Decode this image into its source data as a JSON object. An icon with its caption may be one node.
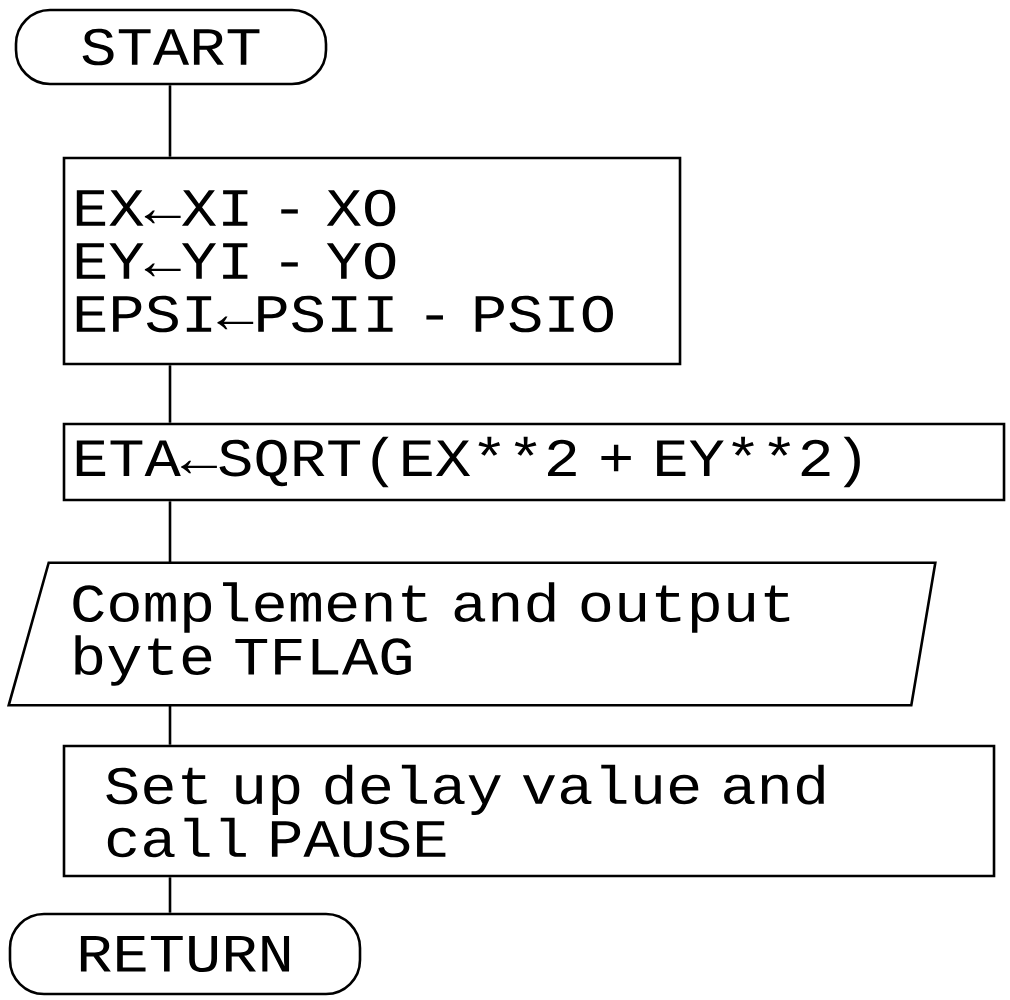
{
  "diagram": {
    "nodes": [
      {
        "text": [
          "START"
        ]
      },
      {
        "text": [
          "EX←XI - XO",
          "EY←YI - YO",
          "EPSI←PSII - PSIO"
        ]
      },
      {
        "text": [
          "ETA←SQRT(EX**2 + EY**2)"
        ]
      },
      {
        "text": [
          "Complement and output byte TFLAG"
        ]
      },
      {
        "text": [
          "Set up delay value and call PAUSE"
        ]
      },
      {
        "text": [
          "RETURN"
        ]
      }
    ],
    "edges": [
      {
        "from": 0,
        "to": 1,
        "arrow": "none"
      },
      {
        "from": 1,
        "to": 2,
        "arrow": "none"
      },
      {
        "from": 2,
        "to": 3,
        "arrow": "none"
      },
      {
        "from": 3,
        "to": 4,
        "arrow": "none"
      },
      {
        "from": 4,
        "to": 5,
        "arrow": "none"
      }
    ]
  }
}
